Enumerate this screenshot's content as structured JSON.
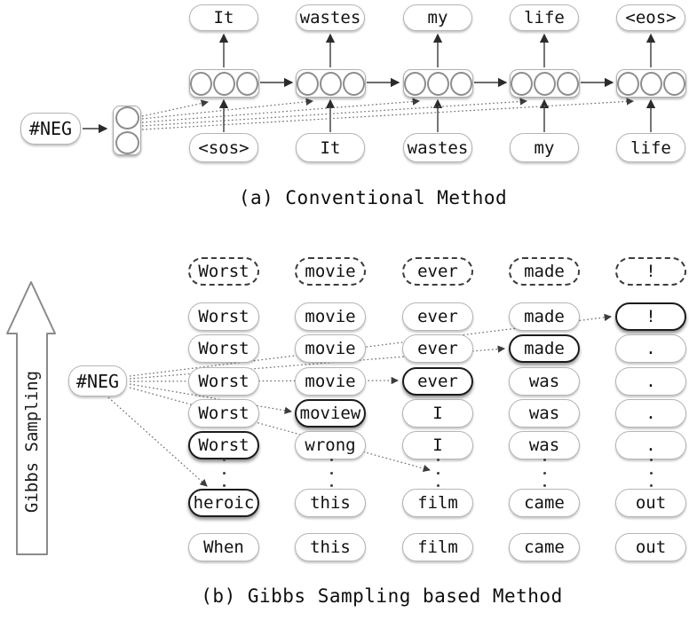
{
  "figure": {
    "part_a": {
      "caption": "(a) Conventional Method",
      "neg_label": "#NEG",
      "outputs": [
        "It",
        "wastes",
        "my",
        "life",
        "<eos>"
      ],
      "inputs": [
        "<sos>",
        "It",
        "wastes",
        "my",
        "life"
      ]
    },
    "part_b": {
      "caption": "(b) Gibbs Sampling based Method",
      "neg_label": "#NEG",
      "gibbs_arrow_label": "Gibbs Sampling",
      "dashed_row": [
        "Worst",
        "movie",
        "ever",
        "made",
        "!"
      ],
      "rows": [
        {
          "cells": [
            "Worst",
            "movie",
            "ever",
            "made",
            "!"
          ],
          "bold_col": 4
        },
        {
          "cells": [
            "Worst",
            "movie",
            "ever",
            "made",
            "."
          ],
          "bold_col": 3
        },
        {
          "cells": [
            "Worst",
            "movie",
            "ever",
            "was",
            "."
          ],
          "bold_col": 2
        },
        {
          "cells": [
            "Worst",
            "moview",
            "I",
            "was",
            "."
          ],
          "bold_col": 1
        },
        {
          "cells": [
            "Worst",
            "wrong",
            "I",
            "was",
            "."
          ],
          "bold_col": 0
        },
        {
          "cells": [
            "heroic",
            "this",
            "film",
            "came",
            "out"
          ],
          "bold_col": 0
        },
        {
          "cells": [
            "When",
            "this",
            "film",
            "came",
            "out"
          ],
          "bold_col": null
        }
      ]
    },
    "colors": {
      "box_border": "#b5b5b5",
      "bold_border": "#1c1c1c",
      "arrow": "#3a3a3a",
      "dotted_arrow": "#6e6e6e",
      "background": "#ffffff"
    }
  }
}
